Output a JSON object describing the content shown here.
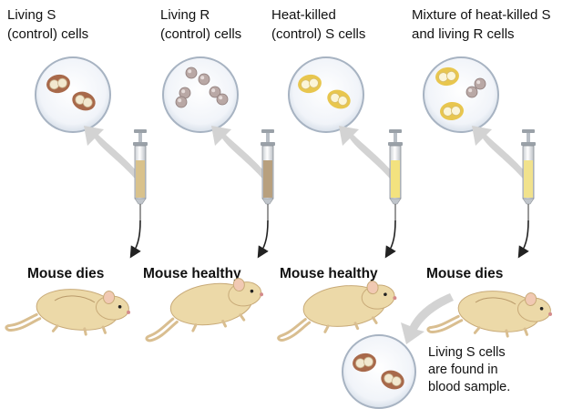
{
  "experiments": [
    {
      "title": "Living S\n(control) cells",
      "outcome": "Mouse dies",
      "cells": "S",
      "fluid": "#d9c28c"
    },
    {
      "title": "Living R\n(control) cells",
      "outcome": "Mouse healthy",
      "cells": "R",
      "fluid": "#b8a07e"
    },
    {
      "title": "Heat-killed\n(control) S cells",
      "outcome": "Mouse healthy",
      "cells": "S-heat",
      "fluid": "#f3e27f"
    },
    {
      "title": "Mixture of heat-killed S\nand living R cells",
      "outcome": "Mouse dies",
      "cells": "mix",
      "fluid": "#f1e28c"
    }
  ],
  "blood_sample": {
    "note": "Living S cells\nare found in\nblood sample."
  },
  "colors": {
    "s_cell": "#a8694a",
    "s_heat_cell": "#e8c64e",
    "r_cell": "#b9a8a5",
    "dish_edge": "#a7b3c2",
    "arrow": "#cfcfcf",
    "mouse": "#ecd9a8"
  },
  "icons": [
    "petri-dish",
    "syringe",
    "mouse",
    "curved-arrow"
  ]
}
